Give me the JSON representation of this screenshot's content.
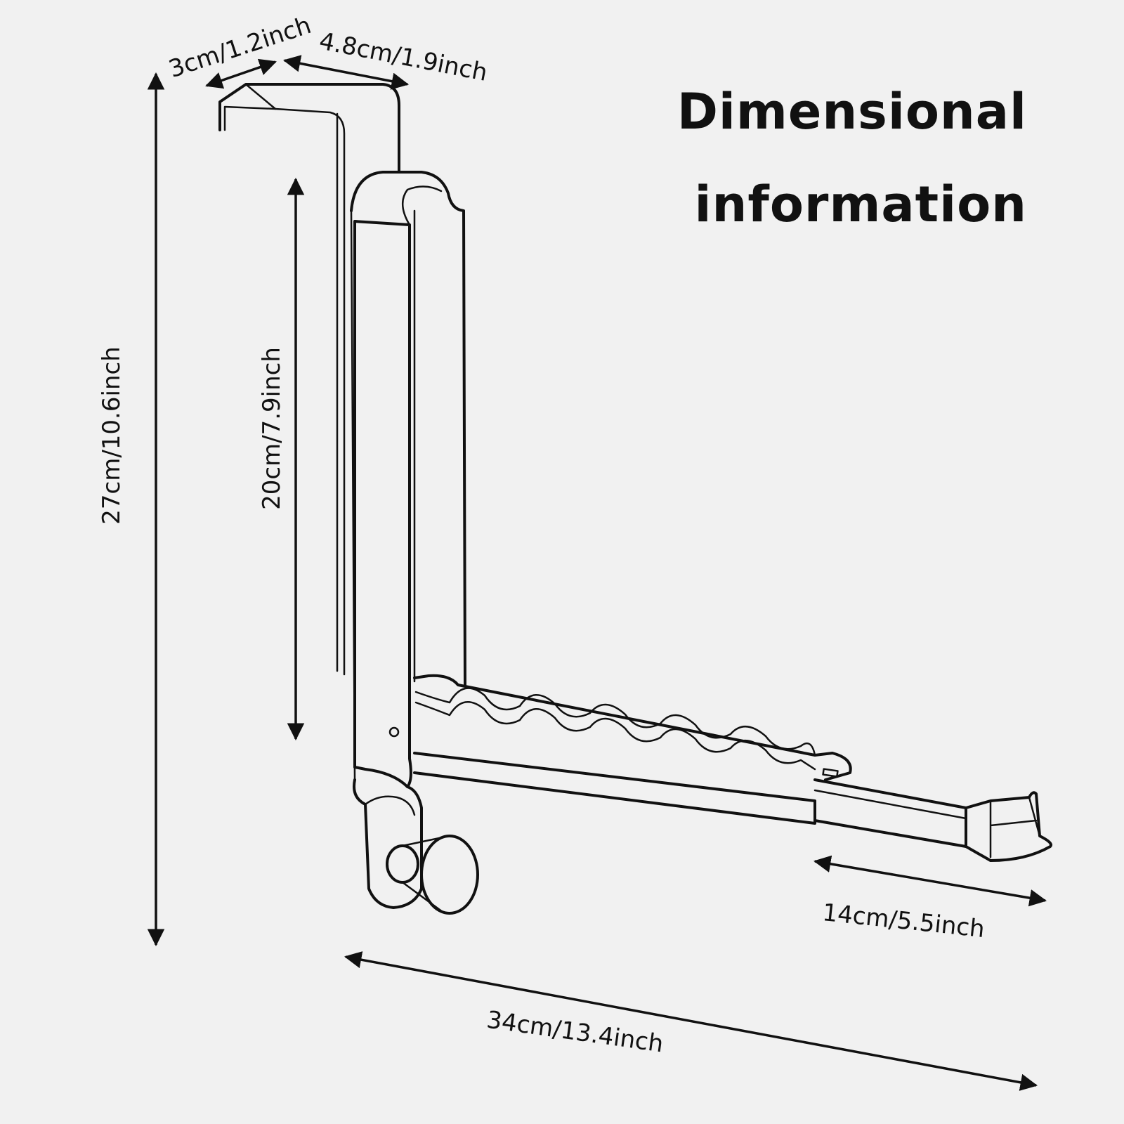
{
  "title": {
    "line1": "Dimensional",
    "line2": "information"
  },
  "dimensions": {
    "top_depth": "3cm/1.2inch",
    "top_width": "4.8cm/1.9inch",
    "total_height": "27cm/10.6inch",
    "inner_height": "20cm/7.9inch",
    "extension_length": "14cm/5.5inch",
    "total_length": "34cm/13.4inch"
  },
  "colors": {
    "background": "#f1f1f1",
    "ink": "#111111"
  }
}
